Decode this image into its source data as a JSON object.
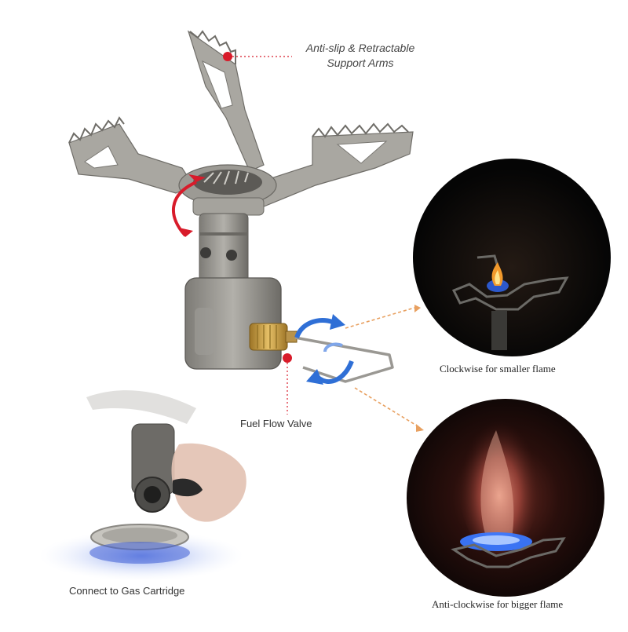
{
  "callouts": {
    "support_arms_line1": "Anti-slip & Retractable",
    "support_arms_line2": "Support Arms",
    "fuel_valve": "Fuel Flow Valve",
    "cartridge": "Connect to Gas Cartridge",
    "small_flame": "Clockwise for smaller flame",
    "big_flame": "Anti-clockwise for bigger flame"
  },
  "colors": {
    "accent_red": "#d81b2a",
    "arrow_blue": "#2f6fd6",
    "arrow_orange": "#e8a060",
    "titanium": "#8f8d88",
    "titanium_light": "#b9b7b1",
    "brass": "#c79a3d",
    "flame_bg": "#0a0a0a"
  },
  "icons": [
    "red-curved-rotation-arrow-icon",
    "blue-rotation-arrows-icon",
    "orange-pointer-arrow-icon"
  ]
}
